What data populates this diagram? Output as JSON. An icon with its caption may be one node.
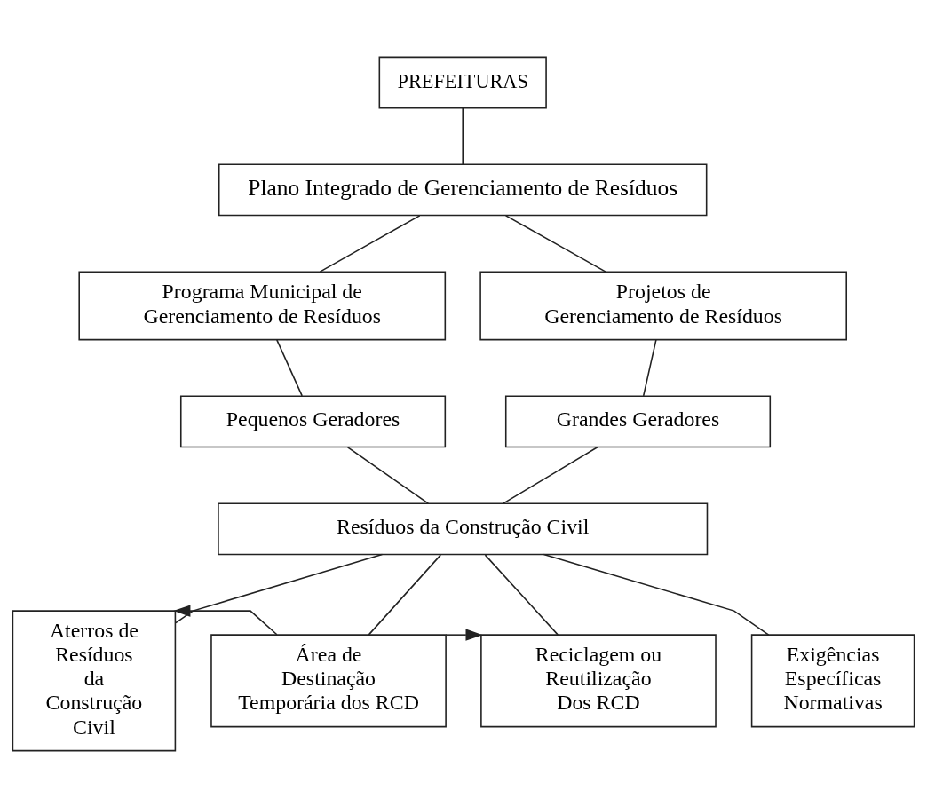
{
  "diagram": {
    "nodes": [
      {
        "text": [
          "PREFEITURAS"
        ]
      },
      {
        "text": [
          "Plano Integrado de Gerenciamento de Resíduos"
        ]
      },
      {
        "text": [
          "Programa Municipal de Gerenciamento de Resíduos"
        ]
      },
      {
        "text": [
          "Projetos de Gerenciamento de Resíduos"
        ]
      },
      {
        "text": [
          "Pequenos Geradores"
        ]
      },
      {
        "text": [
          "Grandes Geradores"
        ]
      },
      {
        "text": [
          "Resíduos da Construção Civil"
        ]
      },
      {
        "text": [
          "Aterros de Resíduos da Construção Civil"
        ]
      },
      {
        "text": [
          "Área de Destinação Temporária dos RCD"
        ]
      },
      {
        "text": [
          "Reciclagem ou Reutilização Dos RCD"
        ]
      },
      {
        "text": [
          "Exigências Específicas Normativas"
        ]
      }
    ],
    "edges": [
      {
        "from": 0,
        "to": 1,
        "arrow": "none"
      },
      {
        "from": 1,
        "to": 2,
        "arrow": "none"
      },
      {
        "from": 1,
        "to": 3,
        "arrow": "none"
      },
      {
        "from": 2,
        "to": 4,
        "arrow": "none"
      },
      {
        "from": 3,
        "to": 5,
        "arrow": "none"
      },
      {
        "from": 4,
        "to": 6,
        "arrow": "none"
      },
      {
        "from": 5,
        "to": 6,
        "arrow": "none"
      },
      {
        "from": 6,
        "to": 7,
        "arrow": "none"
      },
      {
        "from": 6,
        "to": 8,
        "arrow": "none"
      },
      {
        "from": 6,
        "to": 9,
        "arrow": "none"
      },
      {
        "from": 6,
        "to": 10,
        "arrow": "none"
      },
      {
        "from": 8,
        "to": 7,
        "arrow": "to"
      },
      {
        "from": 8,
        "to": 9,
        "arrow": "to"
      }
    ]
  }
}
